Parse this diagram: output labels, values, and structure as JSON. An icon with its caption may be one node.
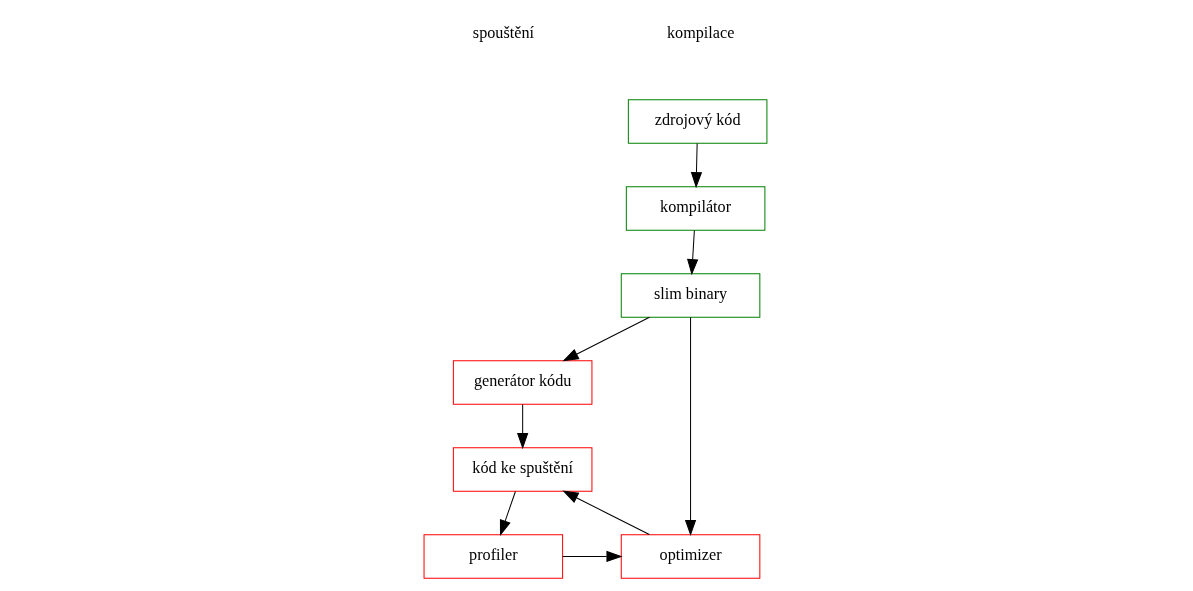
{
  "diagram": {
    "nodes": [
      {
        "text": [
          "zdrojový kód"
        ]
      },
      {
        "text": [
          "kompilátor"
        ]
      },
      {
        "text": [
          "slim binary"
        ]
      },
      {
        "text": [
          "generátor kódu"
        ]
      },
      {
        "text": [
          "kód ke spuštění"
        ]
      },
      {
        "text": [
          "profiler"
        ]
      },
      {
        "text": [
          "optimizer"
        ]
      }
    ],
    "edges": [
      {
        "from": 0,
        "to": 1,
        "arrow": "to"
      },
      {
        "from": 1,
        "to": 2,
        "arrow": "to"
      },
      {
        "from": 2,
        "to": 3,
        "arrow": "to"
      },
      {
        "from": 2,
        "to": 6,
        "arrow": "to"
      },
      {
        "from": 3,
        "to": 4,
        "arrow": "to"
      },
      {
        "from": 4,
        "to": 5,
        "arrow": "to"
      },
      {
        "from": 5,
        "to": 6,
        "arrow": "to"
      },
      {
        "from": 6,
        "to": 4,
        "arrow": "to"
      }
    ],
    "labels": [
      "kompilace",
      "spouštění"
    ]
  }
}
